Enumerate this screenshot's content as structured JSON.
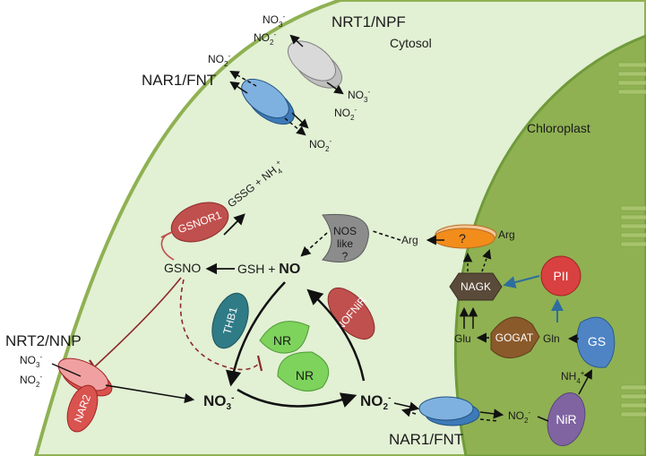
{
  "compartments": {
    "cytosol": "Cytosol",
    "chloroplast": "Chloroplast"
  },
  "transporters": {
    "nrt1": "NRT1/NPF",
    "nar1_top": "NAR1/FNT",
    "nrt2": "NRT2/NNP",
    "nar2": "NAR2",
    "nar1_bottom": "NAR1/FNT"
  },
  "ions": {
    "no3": "NO",
    "no3_sub": "3",
    "no2": "NO",
    "no2_sub": "2",
    "charge": "-",
    "nh4": "NH",
    "nh4_sub": "4",
    "plus": "+"
  },
  "enzymes": {
    "gsnor1": "GSNOR1",
    "nr": "NR",
    "thb1": "THB1",
    "nofnir": "NOFNiR",
    "nos_like_1": "NOS",
    "nos_like_2": "like",
    "nos_like_3": "?",
    "question": "?",
    "nagk": "NAGK",
    "pii": "PII",
    "gogat": "GOGAT",
    "gs": "GS",
    "nir": "NiR"
  },
  "metabolites": {
    "gssg": "GSSG + NH",
    "gsno": "GSNO",
    "gsh": "GSH + ",
    "no": "NO",
    "arg": "Arg",
    "glu": "Glu",
    "gln": "Gln"
  },
  "colors": {
    "background_cytosol": "#e2f0d4",
    "chloroplast": "#8fb152",
    "transporter_blue": "#4f8fc9",
    "transporter_gray": "#bfbfbf",
    "transporter_red": "#e88585",
    "enzyme_red": "#c0504d",
    "enzyme_green": "#7dd35c",
    "enzyme_teal": "#2f7b86",
    "enzyme_orange": "#f28c1b",
    "enzyme_brown": "#8b5a2b",
    "enzyme_blue": "#4f84c4",
    "enzyme_purple": "#8064a2",
    "enzyme_dark": "#5a4a3a",
    "inhibition": "#8b2a2a"
  }
}
